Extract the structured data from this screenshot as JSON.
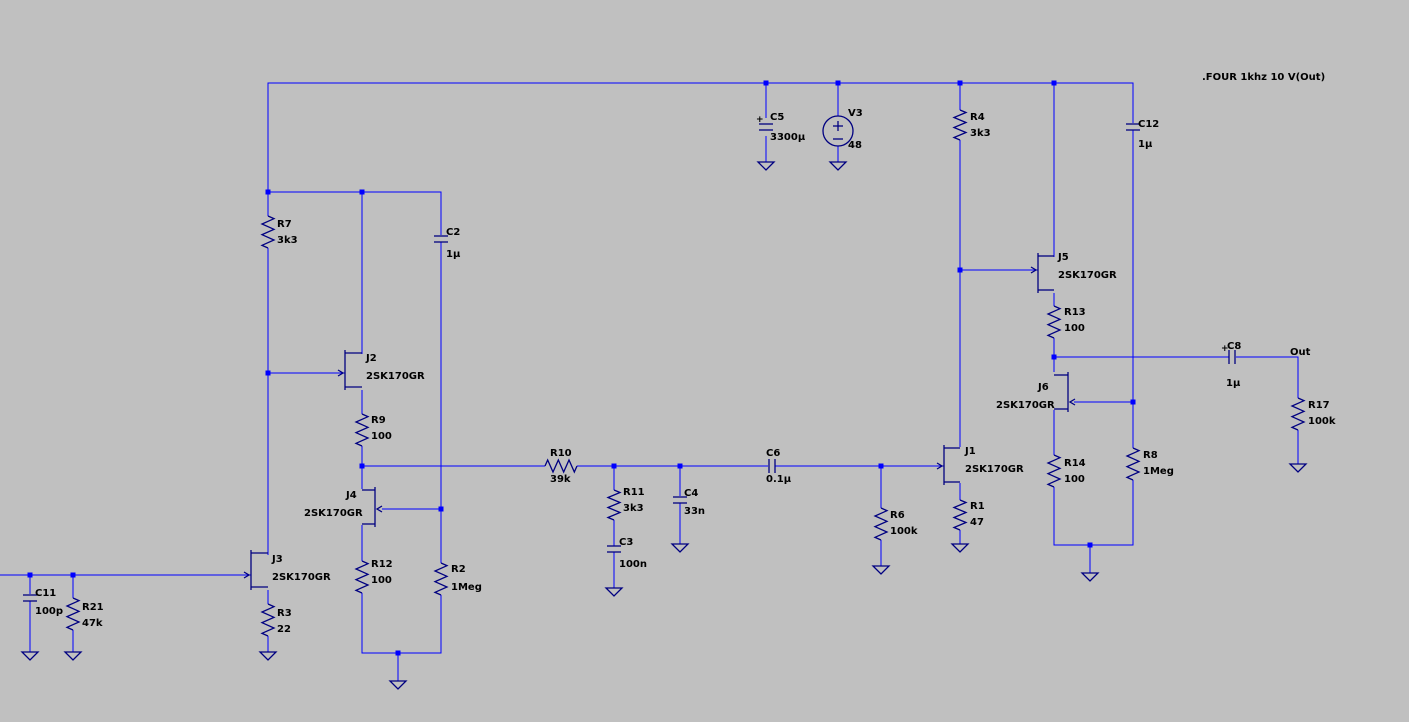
{
  "directive": ".FOUR 1khz 10 V(Out)",
  "out_label": "Out",
  "components": {
    "C5": {
      "name": "C5",
      "value": "3300µ"
    },
    "V3": {
      "name": "V3",
      "value": "48"
    },
    "R4": {
      "name": "R4",
      "value": "3k3"
    },
    "C12": {
      "name": "C12",
      "value": "1µ"
    },
    "R7": {
      "name": "R7",
      "value": "3k3"
    },
    "C2": {
      "name": "C2",
      "value": "1µ"
    },
    "J2": {
      "name": "J2",
      "value": "2SK170GR"
    },
    "R9": {
      "name": "R9",
      "value": "100"
    },
    "J4": {
      "name": "J4",
      "value": "2SK170GR"
    },
    "R12": {
      "name": "R12",
      "value": "100"
    },
    "R2": {
      "name": "R2",
      "value": "1Meg"
    },
    "J3": {
      "name": "J3",
      "value": "2SK170GR"
    },
    "R3": {
      "name": "R3",
      "value": "22"
    },
    "C11": {
      "name": "C11",
      "value": "100p"
    },
    "R21": {
      "name": "R21",
      "value": "47k"
    },
    "R10": {
      "name": "R10",
      "value": "39k"
    },
    "R11": {
      "name": "R11",
      "value": "3k3"
    },
    "C3": {
      "name": "C3",
      "value": "100n"
    },
    "C4": {
      "name": "C4",
      "value": "33n"
    },
    "C6": {
      "name": "C6",
      "value": "0.1µ"
    },
    "R6": {
      "name": "R6",
      "value": "100k"
    },
    "J1": {
      "name": "J1",
      "value": "2SK170GR"
    },
    "R1": {
      "name": "R1",
      "value": "47"
    },
    "J5": {
      "name": "J5",
      "value": "2SK170GR"
    },
    "R13": {
      "name": "R13",
      "value": "100"
    },
    "J6": {
      "name": "J6",
      "value": "2SK170GR"
    },
    "R14": {
      "name": "R14",
      "value": "100"
    },
    "R8": {
      "name": "R8",
      "value": "1Meg"
    },
    "C8": {
      "name": "C8",
      "value": "1µ"
    },
    "R17": {
      "name": "R17",
      "value": "100k"
    }
  }
}
